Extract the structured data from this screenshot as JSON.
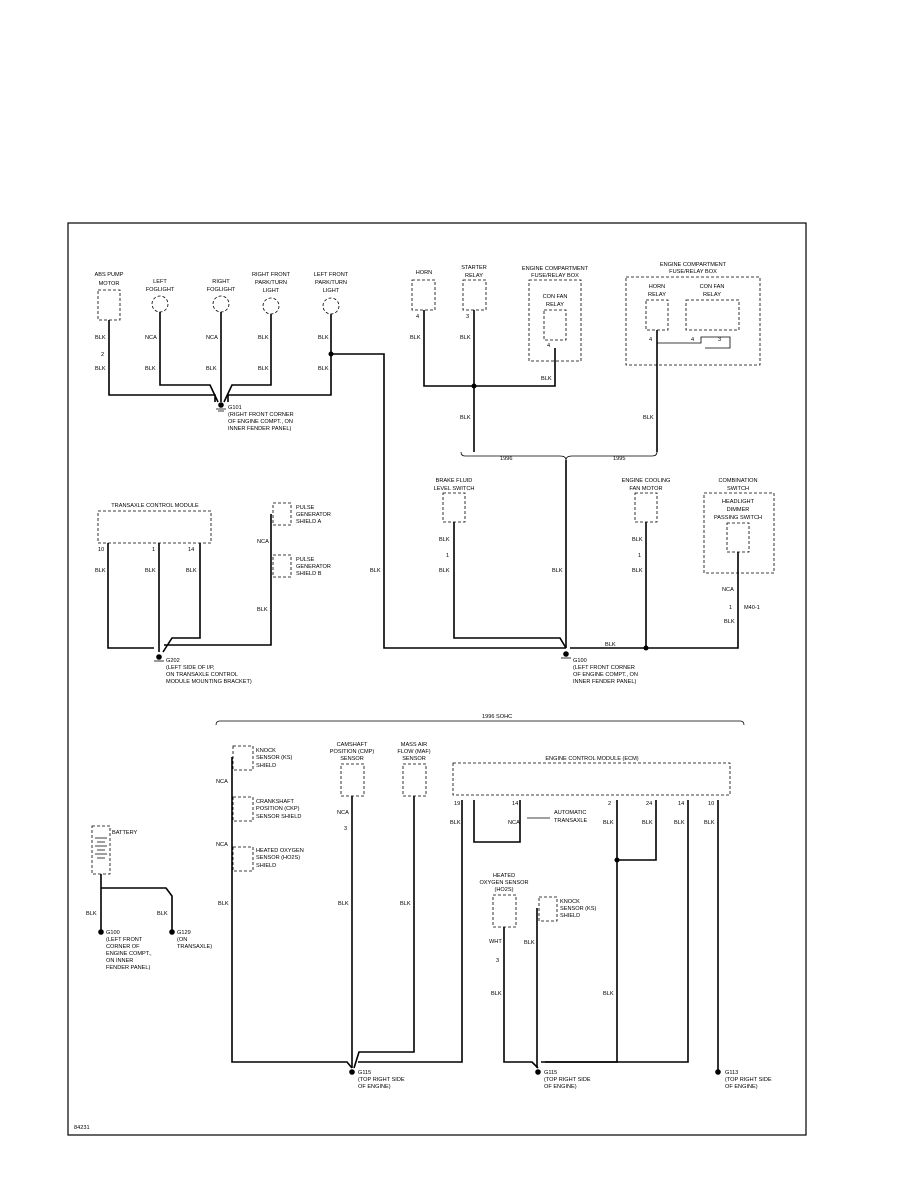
{
  "figure_id": "84231",
  "components": {
    "abs_pump": [
      "ABS PUMP",
      "MOTOR"
    ],
    "left_foglight": [
      "LEFT",
      "FOGLIGHT"
    ],
    "right_foglight": [
      "RIGHT",
      "FOGLIGHT"
    ],
    "rf_park_turn": [
      "RIGHT FRONT",
      "PARK/TURN",
      "LIGHT"
    ],
    "lf_park_turn": [
      "LEFT FRONT",
      "PARK/TURN",
      "LIGHT"
    ],
    "horn": [
      "HORN"
    ],
    "starter_relay": [
      "STARTER",
      "RELAY"
    ],
    "ec_fuse_box_1": [
      "ENGINE COMPARTMENT",
      "FUSE/RELAY BOX"
    ],
    "con_fan_relay_1": [
      "CON FAN",
      "RELAY"
    ],
    "ec_fuse_box_2": [
      "ENGINE COMPARTMENT",
      "FUSE/RELAY BOX"
    ],
    "horn_relay": [
      "HORN",
      "RELAY"
    ],
    "con_fan_relay_2": [
      "CON FAN",
      "RELAY"
    ],
    "tcm": [
      "TRANSAXLE CONTROL MODULE"
    ],
    "pulse_shield_a": [
      "PULSE",
      "GENERATOR",
      "SHIELD A"
    ],
    "pulse_shield_b": [
      "PULSE",
      "GENERATOR",
      "SHIELD B"
    ],
    "brake_fluid_switch": [
      "BRAKE FLUID",
      "LEVEL SWITCH"
    ],
    "cooling_fan_motor": [
      "ENGINE COOLING",
      "FAN MOTOR"
    ],
    "combination_switch": [
      "COMBINATION",
      "SWITCH"
    ],
    "headlight_dimmer": [
      "HEADLIGHT",
      "DIMMER",
      "PASSING SWITCH"
    ],
    "ks_shield_1": [
      "KNOCK",
      "SENSOR (KS)",
      "SHIELD"
    ],
    "ckp_shield": [
      "CRANKSHAFT",
      "POSITION (CKP)",
      "SENSOR SHIELD"
    ],
    "ho2s_shield": [
      "HEATED OXYGEN",
      "SENSOR (HO2S)",
      "SHIELD"
    ],
    "cmp_sensor": [
      "CAMSHAFT",
      "POSITION (CMP)",
      "SENSOR"
    ],
    "maf_sensor": [
      "MASS AIR",
      "FLOW (MAF)",
      "SENSOR"
    ],
    "ecm": [
      "ENGINE CONTROL MODULE (ECM)"
    ],
    "auto_transaxle": [
      "AUTOMATIC",
      "TRANSAXLE"
    ],
    "heated_o2": [
      "HEATED",
      "OXYGEN SENSOR",
      "(HO2S)"
    ],
    "ks_shield_2": [
      "KNOCK",
      "SENSOR (KS)",
      "SHIELD"
    ],
    "battery": [
      "BATTERY"
    ]
  },
  "grounds": {
    "g101": [
      "G101",
      "(RIGHT FRONT CORNER",
      "OF ENGINE COMPT., ON",
      "INNER FENDER PANEL)"
    ],
    "g202": [
      "G202",
      "(LEFT SIDE OF I/P,",
      "ON TRANSAXLE CONTROL",
      "MODULE MOUNTING BRACKET)"
    ],
    "g100_mid": [
      "G100",
      "(LEFT FRONT CORNER",
      "OF ENGINE COMPT., ON",
      "INNER FENDER PANEL)"
    ],
    "g100_bat": [
      "G100",
      "(LEFT FRONT",
      "CORNER OF",
      "ENGINE COMPT.,",
      "ON INNER",
      "FENDER PANEL)"
    ],
    "g129": [
      "G129",
      "(ON",
      "TRANSAXLE)"
    ],
    "g115_a": [
      "G115",
      "(TOP RIGHT SIDE",
      "OF ENGINE)"
    ],
    "g115_b": [
      "G115",
      "(TOP RIGHT SIDE",
      "OF ENGINE)"
    ],
    "g113": [
      "G113",
      "(TOP RIGHT SIDE",
      "OF ENGINE)"
    ]
  },
  "labels": {
    "year_1996": "1996",
    "year_1995": "1995",
    "sohc_1996": "1996 SOHC",
    "mid_connector": "M40-1"
  },
  "wire_colors": {
    "blk": "BLK",
    "nca": "NCA",
    "wht": "WHT"
  },
  "pins": {
    "p2": "2",
    "p4": "4",
    "p3": "3",
    "p1": "1",
    "p10": "10",
    "p14": "14",
    "p19": "19",
    "p24": "24"
  }
}
